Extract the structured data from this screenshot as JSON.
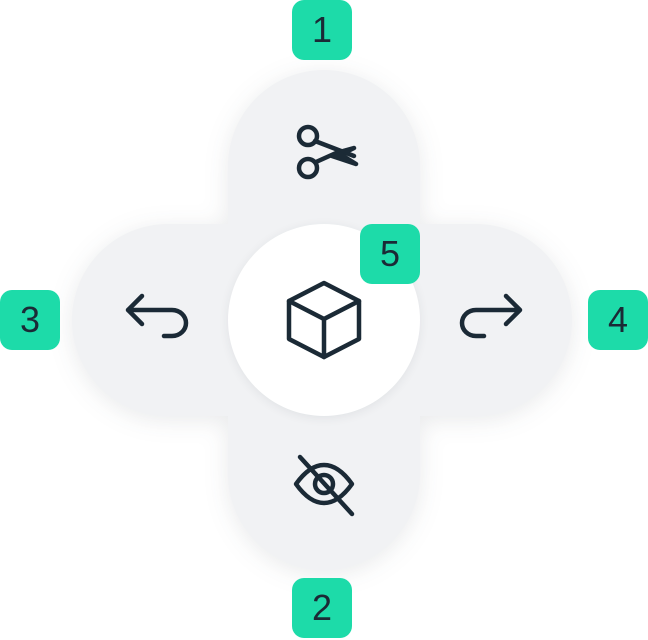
{
  "theme": {
    "badge_color": "#1ddba9",
    "icon_color": "#1b2a36",
    "arm_color": "#f1f2f4",
    "center_color": "#ffffff"
  },
  "menu": {
    "center": {
      "icon": "cube-icon"
    },
    "items": [
      {
        "id": "cut",
        "icon": "scissors-icon",
        "position": "top"
      },
      {
        "id": "hide",
        "icon": "eye-off-icon",
        "position": "bottom"
      },
      {
        "id": "undo",
        "icon": "undo-arrow-icon",
        "position": "left"
      },
      {
        "id": "redo",
        "icon": "redo-arrow-icon",
        "position": "right"
      }
    ]
  },
  "badges": {
    "top": "1",
    "bottom": "2",
    "left": "3",
    "right": "4",
    "center": "5"
  }
}
